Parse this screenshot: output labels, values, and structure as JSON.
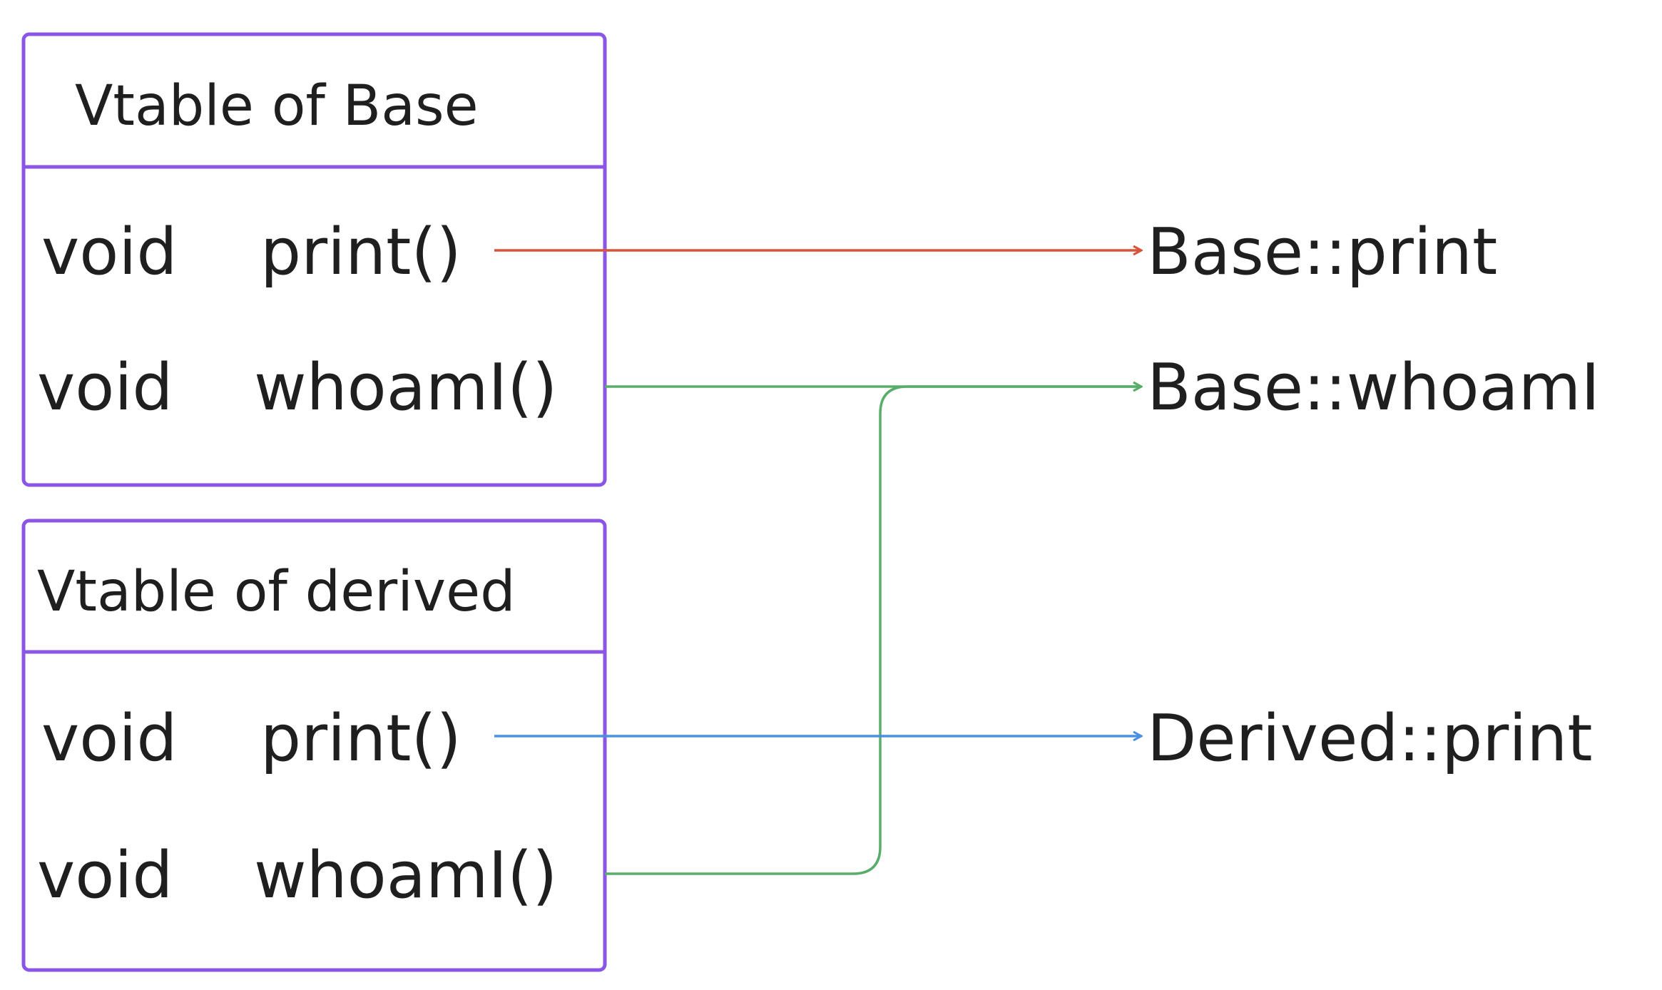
{
  "tables": [
    {
      "title": "Vtable of Base",
      "rows": [
        {
          "type": "void",
          "func": "print()"
        },
        {
          "type": "void",
          "func": "whoamI()"
        }
      ]
    },
    {
      "title": "Vtable of derived",
      "rows": [
        {
          "type": "void",
          "func": "print()"
        },
        {
          "type": "void",
          "func": "whoamI()"
        }
      ]
    }
  ],
  "targets": [
    {
      "label": "Base::print"
    },
    {
      "label": "Base::whoamI"
    },
    {
      "label": "Derived::print"
    }
  ],
  "colors": {
    "box_border": "#8b56e6",
    "arrow_base_print": "#d9533a",
    "arrow_whoami": "#58ad6b",
    "arrow_derived_print": "#4a90e2",
    "text": "#1f1f1f"
  }
}
